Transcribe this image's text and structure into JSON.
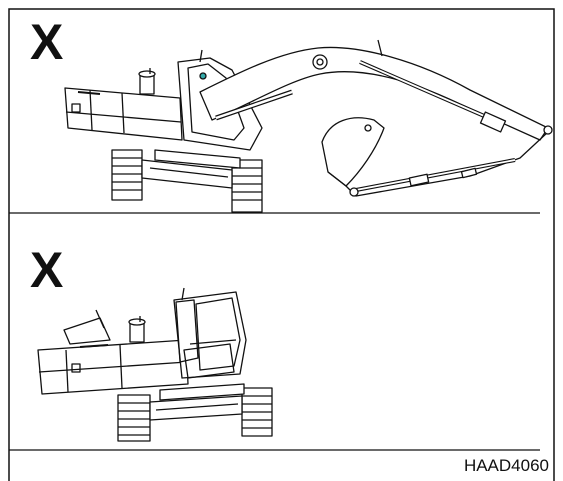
{
  "panels": [
    {
      "mark": "X"
    },
    {
      "mark": "X"
    }
  ],
  "figure_code": "HAAD4060"
}
